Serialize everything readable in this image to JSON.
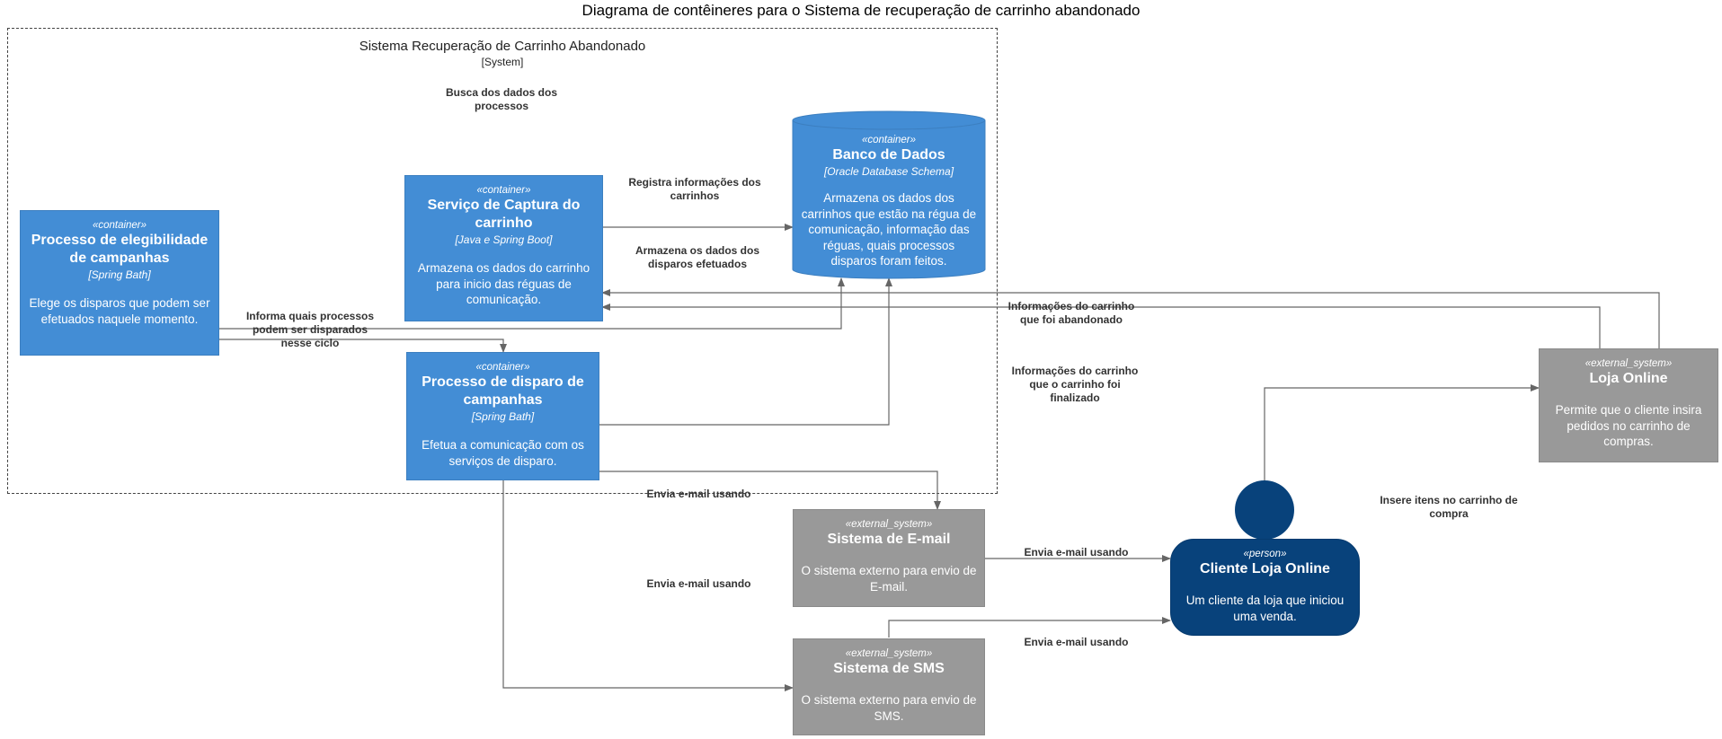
{
  "title": "Diagrama de contêineres para o Sistema de recuperação de carrinho abandonado",
  "boundary": {
    "name": "Sistema Recuperação de Carrinho Abandonado",
    "type": "[System]"
  },
  "nodes": {
    "elegibilidade": {
      "stereotype": "«container»",
      "name": "Processo de elegibilidade de campanhas",
      "tech": "[Spring Bath]",
      "desc": "Elege os disparos que podem ser efetuados naquele momento."
    },
    "captura": {
      "stereotype": "«container»",
      "name": "Serviço de Captura do carrinho",
      "tech": "[Java e Spring Boot]",
      "desc": "Armazena os dados do carrinho para inicio das réguas de comunicação."
    },
    "banco": {
      "stereotype": "«container»",
      "name": "Banco de Dados",
      "tech": "[Oracle Database Schema]",
      "desc": "Armazena os dados dos carrinhos que estão na régua de comunicação, informação das réguas, quais processos disparos foram feitos."
    },
    "disparo": {
      "stereotype": "«container»",
      "name": "Processo de disparo de campanhas",
      "tech": "[Spring Bath]",
      "desc": "Efetua a comunicação com os serviços de disparo."
    },
    "email": {
      "stereotype": "«external_system»",
      "name": "Sistema de E-mail",
      "desc": "O sistema externo para envio de E-mail."
    },
    "sms": {
      "stereotype": "«external_system»",
      "name": "Sistema de SMS",
      "desc": "O sistema externo para envio de SMS."
    },
    "loja": {
      "stereotype": "«external_system»",
      "name": "Loja Online",
      "desc": "Permite que o cliente insira pedidos no carrinho de compras."
    },
    "cliente": {
      "stereotype": "«person»",
      "name": "Cliente Loja Online",
      "desc": "Um cliente da loja que iniciou uma venda."
    }
  },
  "edge_labels": {
    "busca": "Busca dos dados dos processos",
    "registra": "Registra informações dos carrinhos",
    "armazena": "Armazena os dados dos disparos efetuados",
    "informa": "Informa quais processos podem ser disparados nesse ciclo",
    "info_abandonado": "Informações do carrinho que foi abandonado",
    "info_finalizado": "Informações do carrinho que o carrinho foi finalizado",
    "envia_email_1": "Envia e-mail usando",
    "envia_email_2": "Envia e-mail usando",
    "envia_email_3": "Envia e-mail usando",
    "envia_email_4": "Envia e-mail usando",
    "insere": "Insere itens no carrinho de compra"
  },
  "colors": {
    "container": "#438dd5",
    "external": "#999999",
    "person": "#08427b",
    "edge": "#666666"
  }
}
